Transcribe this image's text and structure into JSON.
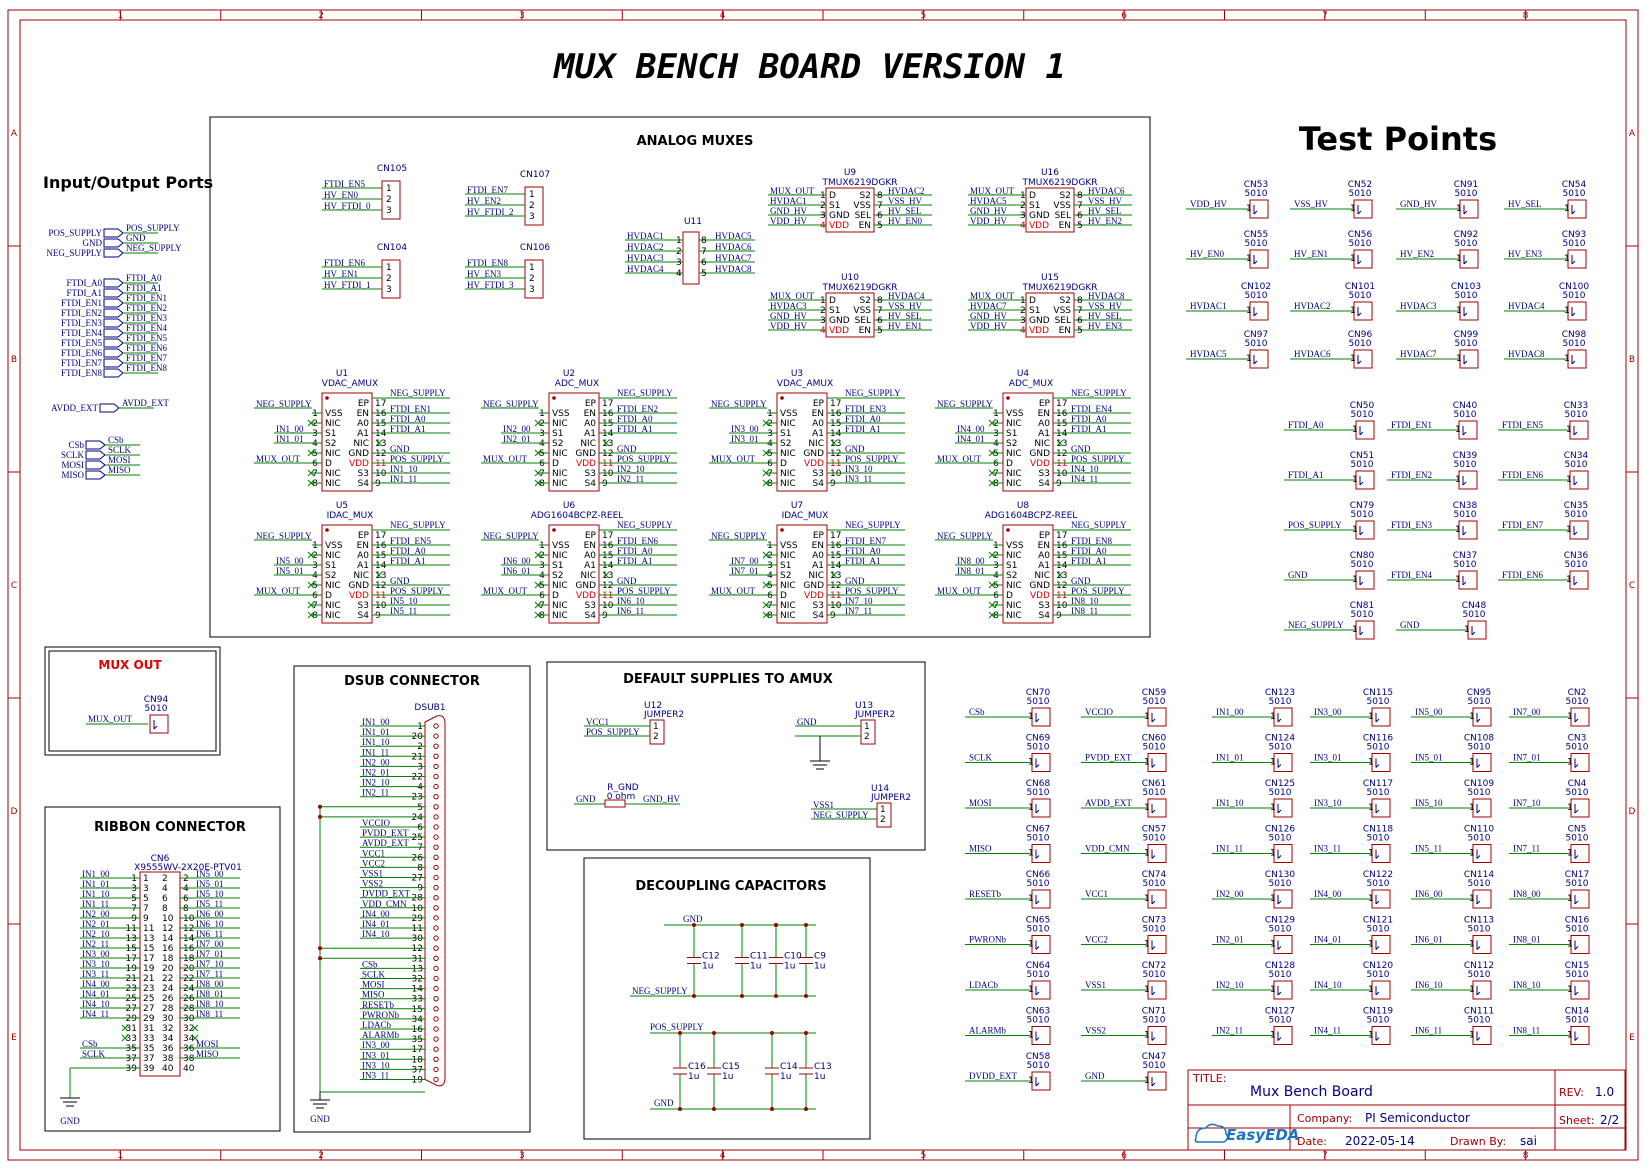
{
  "title": "MUX BENCH BOARD VERSION 1",
  "border": {
    "columns": [
      "1",
      "2",
      "3",
      "4",
      "5",
      "6",
      "7",
      "8"
    ],
    "rows": [
      "A",
      "B",
      "C",
      "D",
      "E"
    ]
  },
  "sections": {
    "io": "Input/Output Ports",
    "analog": "ANALOG MUXES",
    "test_points": "Test Points",
    "mux_out": "MUX OUT",
    "dsub": "DSUB CONNECTOR",
    "supplies": "DEFAULT SUPPLIES TO AMUX",
    "decoupling": "DECOUPLING CAPACITORS",
    "ribbon": "RIBBON CONNECTOR"
  },
  "io_ports": {
    "power": [
      {
        "left": "POS_SUPPLY",
        "right": "POS_SUPPLY"
      },
      {
        "left": "GND",
        "right": "GND"
      },
      {
        "left": "NEG_SUPPLY",
        "right": "NEG_SUPPLY"
      }
    ],
    "ftdi": [
      {
        "left": "FTDI_A0",
        "right": "FTDI_A0"
      },
      {
        "left": "FTDI_A1",
        "right": "FTDI_A1"
      },
      {
        "left": "FTDI_EN1",
        "right": "FTDI_EN1"
      },
      {
        "left": "FTDI_EN2",
        "right": "FTDI_EN2"
      },
      {
        "left": "FTDI_EN3",
        "right": "FTDI_EN3"
      },
      {
        "left": "FTDI_EN4",
        "right": "FTDI_EN4"
      },
      {
        "left": "FTDI_EN5",
        "right": "FTDI_EN5"
      },
      {
        "left": "FTDI_EN6",
        "right": "FTDI_EN6"
      },
      {
        "left": "FTDI_EN7",
        "right": "FTDI_EN7"
      },
      {
        "left": "FTDI_EN8",
        "right": "FTDI_EN8"
      }
    ],
    "avdd": {
      "left": "AVDD_EXT",
      "right": "AVDD_EXT"
    },
    "spi": [
      {
        "left": "CSb",
        "right": "CSb"
      },
      {
        "left": "SCLK",
        "right": "SCLK"
      },
      {
        "left": "MOSI",
        "right": "MOSI"
      },
      {
        "left": "MISO",
        "right": "MISO"
      }
    ]
  },
  "header_connectors": [
    {
      "ref": "CN105",
      "nets": [
        "FTDI_EN5",
        "HV_EN0",
        "HV_FTDI_0"
      ]
    },
    {
      "ref": "CN107",
      "nets": [
        "FTDI_EN7",
        "HV_EN2",
        "HV_FTDI_2"
      ]
    },
    {
      "ref": "CN104",
      "nets": [
        "FTDI_EN6",
        "HV_EN1",
        "HV_FTDI_1"
      ]
    },
    {
      "ref": "CN106",
      "nets": [
        "FTDI_EN8",
        "HV_EN3",
        "HV_FTDI_3"
      ]
    }
  ],
  "u11": {
    "ref": "U11",
    "left": [
      "HVDAC1",
      "HVDAC2",
      "HVDAC3",
      "HVDAC4"
    ],
    "right": [
      "HVDAC5",
      "HVDAC6",
      "HVDAC7",
      "HVDAC8"
    ]
  },
  "tmux": [
    {
      "ref": "U9",
      "part": "TMUX6219DGKR",
      "left": [
        "MUX_OUT",
        "HVDAC1",
        "GND_HV",
        "VDD_HV"
      ],
      "right": [
        "HVDAC2",
        "VSS_HV",
        "HV_SEL",
        "HV_EN0"
      ]
    },
    {
      "ref": "U16",
      "part": "TMUX6219DGKR",
      "left": [
        "MUX_OUT",
        "HVDAC5",
        "GND_HV",
        "VDD_HV"
      ],
      "right": [
        "HVDAC6",
        "VSS_HV",
        "HV_SEL",
        "HV_EN2"
      ]
    },
    {
      "ref": "U10",
      "part": "TMUX6219DGKR",
      "left": [
        "MUX_OUT",
        "HVDAC3",
        "GND_HV",
        "VDD_HV"
      ],
      "right": [
        "HVDAC4",
        "VSS_HV",
        "HV_SEL",
        "HV_EN1"
      ]
    },
    {
      "ref": "U15",
      "part": "TMUX6219DGKR",
      "left": [
        "MUX_OUT",
        "HVDAC7",
        "GND_HV",
        "VDD_HV"
      ],
      "right": [
        "HVDAC8",
        "VSS_HV",
        "HV_SEL",
        "HV_EN3"
      ]
    }
  ],
  "tmux_pins": {
    "left": [
      "D",
      "S1",
      "GND",
      "VDD"
    ],
    "right": [
      "S2",
      "VSS",
      "SEL",
      "EN"
    ],
    "lnum": [
      "1",
      "2",
      "3",
      "4"
    ],
    "rnum": [
      "8",
      "7",
      "6",
      "5"
    ]
  },
  "adg_pins": {
    "left": [
      "VSS",
      "NIC",
      "S1",
      "S2",
      "NIC",
      "D",
      "NIC",
      "NIC"
    ],
    "right": [
      "EP",
      "EN",
      "A0",
      "A1",
      "NIC",
      "GND",
      "VDD",
      "S3",
      "S4"
    ],
    "lnum": [
      "1",
      "2",
      "3",
      "4",
      "5",
      "6",
      "7",
      "8"
    ],
    "rnum": [
      "17",
      "16",
      "15",
      "14",
      "13",
      "12",
      "11",
      "10",
      "9"
    ]
  },
  "muxes": [
    {
      "ref": "U1",
      "part": "VDAC_AMUX",
      "neg": "NEG_SUPPLY",
      "in1": "IN1_00",
      "in2": "IN1_01",
      "out": "MUX_OUT",
      "r": [
        "NEG_SUPPLY",
        "FTDI_EN1",
        "FTDI_A0",
        "FTDI_A1",
        "",
        "GND",
        "POS_SUPPLY",
        "IN1_10",
        "IN1_11"
      ]
    },
    {
      "ref": "U2",
      "part": "ADC_MUX",
      "neg": "NEG_SUPPLY",
      "in1": "IN2_00",
      "in2": "IN2_01",
      "out": "MUX_OUT",
      "r": [
        "NEG_SUPPLY",
        "FTDI_EN2",
        "FTDI_A0",
        "FTDI_A1",
        "",
        "GND",
        "POS_SUPPLY",
        "IN2_10",
        "IN2_11"
      ]
    },
    {
      "ref": "U3",
      "part": "VDAC_AMUX",
      "neg": "NEG_SUPPLY",
      "in1": "IN3_00",
      "in2": "IN3_01",
      "out": "MUX_OUT",
      "r": [
        "NEG_SUPPLY",
        "FTDI_EN3",
        "FTDI_A0",
        "FTDI_A1",
        "",
        "GND",
        "POS_SUPPLY",
        "IN3_10",
        "IN3_11"
      ]
    },
    {
      "ref": "U4",
      "part": "ADC_MUX",
      "neg": "NEG_SUPPLY",
      "in1": "IN4_00",
      "in2": "IN4_01",
      "out": "MUX_OUT",
      "r": [
        "NEG_SUPPLY",
        "FTDI_EN4",
        "FTDI_A0",
        "FTDI_A1",
        "",
        "GND",
        "POS_SUPPLY",
        "IN4_10",
        "IN4_11"
      ]
    },
    {
      "ref": "U5",
      "part": "IDAC_MUX",
      "neg": "NEG_SUPPLY",
      "in1": "IN5_00",
      "in2": "IN5_01",
      "out": "MUX_OUT",
      "r": [
        "NEG_SUPPLY",
        "FTDI_EN5",
        "FTDI_A0",
        "FTDI_A1",
        "",
        "GND",
        "POS_SUPPLY",
        "IN5_10",
        "IN5_11"
      ]
    },
    {
      "ref": "U6",
      "part": "ADG1604BCPZ-REEL",
      "neg": "NEG_SUPPLY",
      "in1": "IN6_00",
      "in2": "IN6_01",
      "out": "MUX_OUT",
      "r": [
        "NEG_SUPPLY",
        "FTDI_EN6",
        "FTDI_A0",
        "FTDI_A1",
        "",
        "GND",
        "POS_SUPPLY",
        "IN6_10",
        "IN6_11"
      ]
    },
    {
      "ref": "U7",
      "part": "IDAC_MUX",
      "neg": "NEG_SUPPLY",
      "in1": "IN7_00",
      "in2": "IN7_01",
      "out": "MUX_OUT",
      "r": [
        "NEG_SUPPLY",
        "FTDI_EN7",
        "FTDI_A0",
        "FTDI_A1",
        "",
        "GND",
        "POS_SUPPLY",
        "IN7_10",
        "IN7_11"
      ]
    },
    {
      "ref": "U8",
      "part": "ADG1604BCPZ-REEL",
      "neg": "NEG_SUPPLY",
      "in1": "IN8_00",
      "in2": "IN8_01",
      "out": "MUX_OUT",
      "r": [
        "NEG_SUPPLY",
        "FTDI_EN8",
        "FTDI_A0",
        "FTDI_A1",
        "",
        "GND",
        "POS_SUPPLY",
        "IN8_10",
        "IN8_11"
      ]
    }
  ],
  "tp_value": "5010",
  "test_points_hv": [
    {
      "ref": "CN53",
      "net": "VDD_HV"
    },
    {
      "ref": "CN52",
      "net": "VSS_HV"
    },
    {
      "ref": "CN91",
      "net": "GND_HV"
    },
    {
      "ref": "CN54",
      "net": "HV_SEL"
    },
    {
      "ref": "CN55",
      "net": "HV_EN0"
    },
    {
      "ref": "CN56",
      "net": "HV_EN1"
    },
    {
      "ref": "CN92",
      "net": "HV_EN2"
    },
    {
      "ref": "CN93",
      "net": "HV_EN3"
    },
    {
      "ref": "CN102",
      "net": "HVDAC1"
    },
    {
      "ref": "CN101",
      "net": "HVDAC2"
    },
    {
      "ref": "CN103",
      "net": "HVDAC3"
    },
    {
      "ref": "CN100",
      "net": "HVDAC4"
    },
    {
      "ref": "CN97",
      "net": "HVDAC5"
    },
    {
      "ref": "CN96",
      "net": "HVDAC6"
    },
    {
      "ref": "CN99",
      "net": "HVDAC7"
    },
    {
      "ref": "CN98",
      "net": "HVDAC8"
    }
  ],
  "test_points_ftdi": [
    {
      "ref": "CN50",
      "net": "FTDI_A0"
    },
    {
      "ref": "CN40",
      "net": "FTDI_EN1"
    },
    {
      "ref": "CN33",
      "net": "FTDI_EN5"
    },
    {
      "ref": "CN51",
      "net": "FTDI_A1"
    },
    {
      "ref": "CN39",
      "net": "FTDI_EN2"
    },
    {
      "ref": "CN34",
      "net": "FTDI_EN6"
    },
    {
      "ref": "CN79",
      "net": "POS_SUPPLY"
    },
    {
      "ref": "CN38",
      "net": "FTDI_EN3"
    },
    {
      "ref": "CN35",
      "net": "FTDI_EN7"
    },
    {
      "ref": "CN80",
      "net": "GND"
    },
    {
      "ref": "CN37",
      "net": "FTDI_EN4"
    },
    {
      "ref": "CN36",
      "net": "FTDI_EN6"
    },
    {
      "ref": "CN81",
      "net": "NEG_SUPPLY"
    },
    {
      "ref": "CN48",
      "net": "GND"
    }
  ],
  "test_points_ctrl": [
    {
      "ref": "CN70",
      "net": "CSb"
    },
    {
      "ref": "CN59",
      "net": "VCCIO"
    },
    {
      "ref": "CN69",
      "net": "SCLK"
    },
    {
      "ref": "CN60",
      "net": "PVDD_EXT"
    },
    {
      "ref": "CN68",
      "net": "MOSI"
    },
    {
      "ref": "CN61",
      "net": "AVDD_EXT"
    },
    {
      "ref": "CN67",
      "net": "MISO"
    },
    {
      "ref": "CN57",
      "net": "VDD_CMN"
    },
    {
      "ref": "CN66",
      "net": "RESETb"
    },
    {
      "ref": "CN74",
      "net": "VCC1"
    },
    {
      "ref": "CN65",
      "net": "PWRONb"
    },
    {
      "ref": "CN73",
      "net": "VCC2"
    },
    {
      "ref": "CN64",
      "net": "LDACb"
    },
    {
      "ref": "CN72",
      "net": "VSS1"
    },
    {
      "ref": "CN63",
      "net": "ALARMb"
    },
    {
      "ref": "CN71",
      "net": "VSS2"
    },
    {
      "ref": "CN58",
      "net": "DVDD_EXT"
    },
    {
      "ref": "CN47",
      "net": "GND"
    }
  ],
  "test_points_in": [
    {
      "ref": "CN123",
      "net": "IN1_00"
    },
    {
      "ref": "CN115",
      "net": "IN3_00"
    },
    {
      "ref": "CN95",
      "net": "IN5_00"
    },
    {
      "ref": "CN2",
      "net": "IN7_00"
    },
    {
      "ref": "CN124",
      "net": "IN1_01"
    },
    {
      "ref": "CN116",
      "net": "IN3_01"
    },
    {
      "ref": "CN108",
      "net": "IN5_01"
    },
    {
      "ref": "CN3",
      "net": "IN7_01"
    },
    {
      "ref": "CN125",
      "net": "IN1_10"
    },
    {
      "ref": "CN117",
      "net": "IN3_10"
    },
    {
      "ref": "CN109",
      "net": "IN5_10"
    },
    {
      "ref": "CN4",
      "net": "IN7_10"
    },
    {
      "ref": "CN126",
      "net": "IN1_11"
    },
    {
      "ref": "CN118",
      "net": "IN3_11"
    },
    {
      "ref": "CN110",
      "net": "IN5_11"
    },
    {
      "ref": "CN5",
      "net": "IN7_11"
    },
    {
      "ref": "CN130",
      "net": "IN2_00"
    },
    {
      "ref": "CN122",
      "net": "IN4_00"
    },
    {
      "ref": "CN114",
      "net": "IN6_00"
    },
    {
      "ref": "CN17",
      "net": "IN8_00"
    },
    {
      "ref": "CN129",
      "net": "IN2_01"
    },
    {
      "ref": "CN121",
      "net": "IN4_01"
    },
    {
      "ref": "CN113",
      "net": "IN6_01"
    },
    {
      "ref": "CN16",
      "net": "IN8_01"
    },
    {
      "ref": "CN128",
      "net": "IN2_10"
    },
    {
      "ref": "CN120",
      "net": "IN4_10"
    },
    {
      "ref": "CN112",
      "net": "IN6_10"
    },
    {
      "ref": "CN15",
      "net": "IN8_10"
    },
    {
      "ref": "CN127",
      "net": "IN2_11"
    },
    {
      "ref": "CN119",
      "net": "IN4_11"
    },
    {
      "ref": "CN111",
      "net": "IN6_11"
    },
    {
      "ref": "CN14",
      "net": "IN8_11"
    }
  ],
  "mux_out_tp": {
    "ref": "CN94",
    "value": "5010",
    "net": "MUX_OUT"
  },
  "dsub": {
    "ref": "DSUB1",
    "pins": [
      "1",
      "20",
      "2",
      "21",
      "3",
      "22",
      "4",
      "23",
      "5",
      "24",
      "6",
      "25",
      "7",
      "26",
      "8",
      "27",
      "9",
      "28",
      "10",
      "29",
      "11",
      "30",
      "12",
      "31",
      "13",
      "32",
      "14",
      "33",
      "15",
      "34",
      "16",
      "35",
      "17",
      "18",
      "37",
      "19"
    ],
    "nets": [
      "IN1_00",
      "IN1_01",
      "IN1_10",
      "IN1_11",
      "IN2_00",
      "IN2_01",
      "IN2_10",
      "IN2_11",
      "",
      "",
      "VCCIO",
      "PVDD_EXT",
      "AVDD_EXT",
      "VCC1",
      "VCC2",
      "VSS1",
      "VSS2",
      "DVDD_EXT",
      "VDD_CMN",
      "IN4_00",
      "IN4_01",
      "IN4_10",
      "",
      "",
      "CSb",
      "SCLK",
      "MOSI",
      "MISO",
      "RESETb",
      "PWRONb",
      "LDACb",
      "ALARMb",
      "IN3_00",
      "IN3_01",
      "IN3_10",
      "IN3_11"
    ],
    "gnd": "GND"
  },
  "supplies": {
    "u12": {
      "ref": "U12",
      "part": "JUMPER2",
      "nets": [
        "VCC1",
        "POS_SUPPLY"
      ]
    },
    "u13": {
      "ref": "U13",
      "part": "JUMPER2",
      "nets": [
        "GND",
        ""
      ]
    },
    "u14": {
      "ref": "U14",
      "part": "JUMPER2",
      "nets": [
        "VSS1",
        "NEG_SUPPLY"
      ]
    },
    "rgnd": {
      "ref": "R_GND",
      "value": "0 ohm",
      "left": "GND",
      "right": "GND_HV"
    }
  },
  "decoupling": {
    "top": [
      {
        "ref": "C12",
        "value": "1u"
      },
      {
        "ref": "C11",
        "value": "1u"
      },
      {
        "ref": "C10",
        "value": "1u"
      },
      {
        "ref": "C9",
        "value": "1u"
      }
    ],
    "bottom": [
      {
        "ref": "C16",
        "value": "1u"
      },
      {
        "ref": "C15",
        "value": "1u"
      },
      {
        "ref": "C14",
        "value": "1u"
      },
      {
        "ref": "C13",
        "value": "1u"
      }
    ],
    "nets": {
      "gnd_top": "GND",
      "neg": "NEG_SUPPLY",
      "pos": "POS_SUPPLY",
      "gnd_bot": "GND"
    }
  },
  "ribbon": {
    "ref": "CN6",
    "part": "X9555WV-2X20E-PTV01",
    "left_nets": [
      "IN1_00",
      "IN1_01",
      "IN1_10",
      "IN1_11",
      "IN2_00",
      "IN2_01",
      "IN2_10",
      "IN2_11",
      "IN3_00",
      "IN3_10",
      "IN3_11",
      "IN4_00",
      "IN4_01",
      "IN4_10",
      "IN4_11",
      "",
      "",
      "CSb",
      "SCLK",
      ""
    ],
    "right_nets": [
      "IN5_00",
      "IN5_01",
      "IN5_10",
      "IN5_11",
      "IN6_00",
      "IN6_10",
      "IN6_11",
      "IN7_00",
      "IN7_01",
      "IN7_10",
      "IN7_11",
      "IN8_00",
      "IN8_01",
      "IN8_10",
      "IN8_11",
      "",
      "",
      "MOSI",
      "MISO",
      ""
    ],
    "gnd": "GND"
  },
  "title_block": {
    "title_label": "TITLE:",
    "title": "Mux Bench Board",
    "rev_label": "REV:",
    "rev": "1.0",
    "company_label": "Company:",
    "company": "PI Semiconductor",
    "sheet_label": "Sheet:",
    "sheet": "2/2",
    "date_label": "Date:",
    "date": "2022-05-14",
    "drawn_label": "Drawn By:",
    "drawn": "sai",
    "logo": "EasyEDA"
  },
  "colors": {
    "border": "#a00000",
    "wire": "#008000",
    "net": "#000080",
    "pin": "#e00000"
  }
}
